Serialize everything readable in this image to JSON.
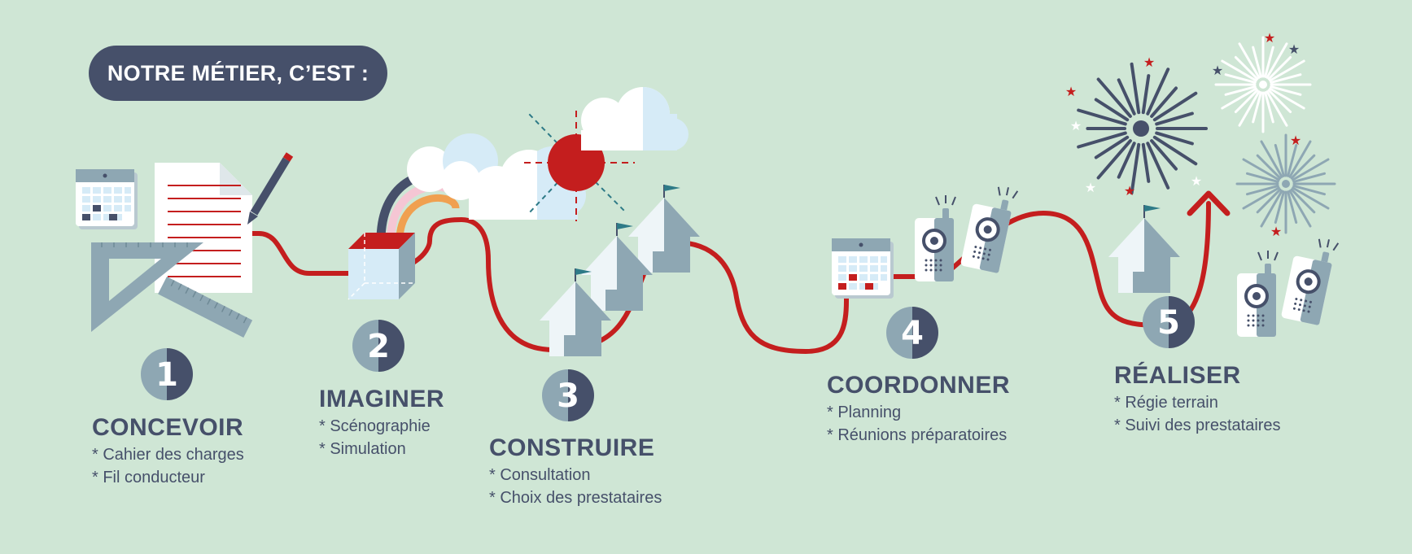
{
  "header": {
    "title": "NOTRE MÉTIER, C’EST :"
  },
  "steps": [
    {
      "number": "1",
      "title": "CONCEVOIR",
      "items": [
        "* Cahier des charges",
        "* Fil conducteur"
      ]
    },
    {
      "number": "2",
      "title": "IMAGINER",
      "items": [
        "* Scénographie",
        "* Simulation"
      ]
    },
    {
      "number": "3",
      "title": "CONSTRUIRE",
      "items": [
        "* Consultation",
        "* Choix des prestataires"
      ]
    },
    {
      "number": "4",
      "title": "COORDONNER",
      "items": [
        "* Planning",
        "* Réunions préparatoires"
      ]
    },
    {
      "number": "5",
      "title": "RÉALISER",
      "items": [
        "* Régie terrain",
        "* Suivi des prestataires"
      ]
    }
  ],
  "colors": {
    "background": "#cfe6d5",
    "navy": "#46506a",
    "red": "#c41e1e",
    "steel": "#8ea7b3",
    "light": "#eef5f8",
    "sky": "#d6ebf7"
  },
  "icons": [
    "calendar-icon",
    "document-icon",
    "pencil-icon",
    "set-square-icon",
    "ruler-icon",
    "box-icon",
    "rainbow-icon",
    "cloud-icon",
    "sun-icon",
    "house-icon",
    "walkie-talkie-icon",
    "firework-icon",
    "arrow-up-icon"
  ]
}
